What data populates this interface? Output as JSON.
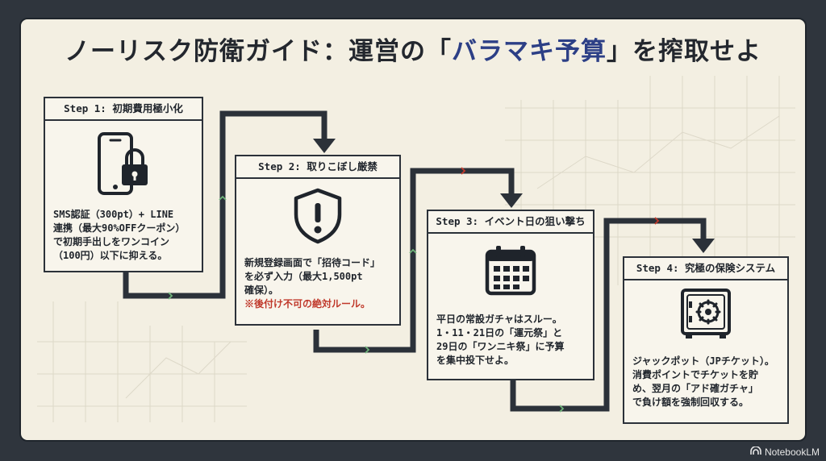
{
  "title": {
    "part1": "ノーリスク防衛ガイド：運営の「",
    "highlight": "バラマキ予算",
    "part2": "」を搾取せよ"
  },
  "steps": [
    {
      "header": "Step 1: 初期費用極小化",
      "icon": "phone-lock-icon",
      "lines": [
        "SMS認証（300pt）+ LINE",
        "連携（最大90%OFFクーポン）",
        "で初期手出しをワンコイン",
        "（100円）以下に抑える。"
      ],
      "note": ""
    },
    {
      "header": "Step 2: 取りこぼし厳禁",
      "icon": "shield-alert-icon",
      "lines": [
        "新規登録画面で「招待コード」",
        "を必ず入力（最大1,500pt",
        "確保）。"
      ],
      "note": "※後付け不可の絶対ルール。"
    },
    {
      "header": "Step 3: イベント日の狙い撃ち",
      "icon": "calendar-icon",
      "lines": [
        "平日の常設ガチャはスルー。",
        "1・11・21日の「運元祭」と",
        "29日の「ワンニキ祭」に予算",
        "を集中投下せよ。"
      ],
      "note": ""
    },
    {
      "header": "Step 4: 究極の保険システム",
      "icon": "safe-icon",
      "lines": [
        "ジャックポット（JPチケット）。",
        "消費ポイントでチケットを貯",
        "め、翌月の「アド確ガチャ」",
        "で負け額を強制回収する。"
      ],
      "note": ""
    }
  ],
  "brand": {
    "name": "NotebookLM"
  },
  "colors": {
    "accent": "#2c3f86",
    "warning": "#c0392b",
    "path": "#2b3139",
    "background": "#f3efe2"
  }
}
